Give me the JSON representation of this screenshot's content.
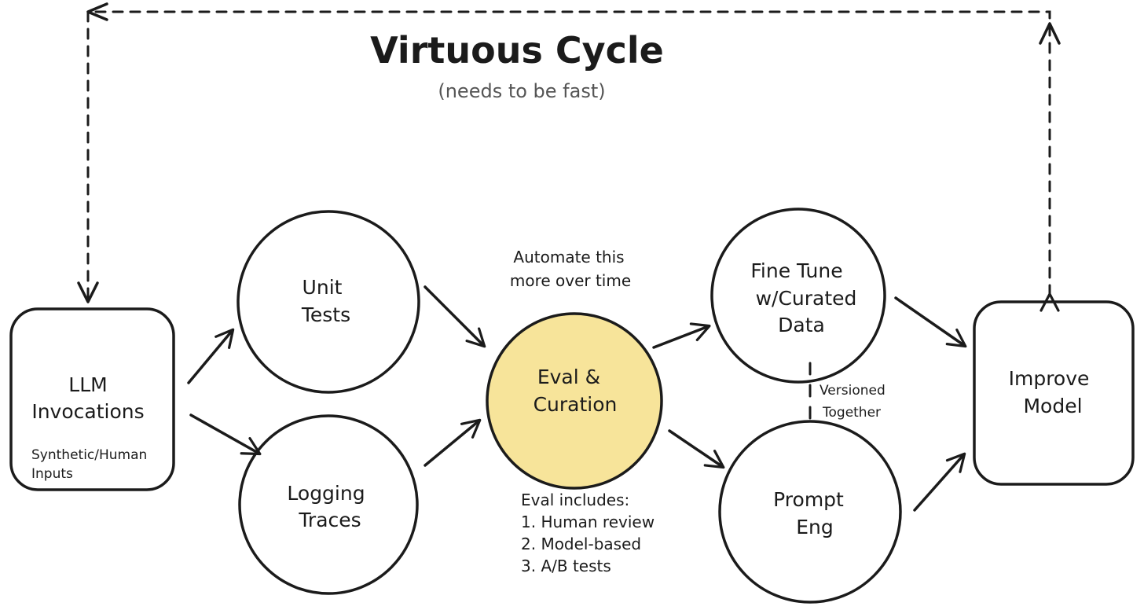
{
  "title": "Virtuous Cycle",
  "subtitle": "(needs to be fast)",
  "colors": {
    "ink": "#1b1b1b",
    "highlight": "#f7e49a",
    "muted": "#555555"
  },
  "nodes": {
    "llm": {
      "line1": "LLM",
      "line2": "Invocations",
      "sub1": "Synthetic/Human",
      "sub2": "Inputs"
    },
    "unit": {
      "line1": "Unit",
      "line2": "Tests"
    },
    "logging": {
      "line1": "Logging",
      "line2": "Traces"
    },
    "eval": {
      "line1": "Eval &",
      "line2": "Curation"
    },
    "finetune": {
      "line1": "Fine Tune",
      "line2": "w/Curated",
      "line3": "Data"
    },
    "prompt": {
      "line1": "Prompt",
      "line2": "Eng"
    },
    "improve": {
      "line1": "Improve",
      "line2": "Model"
    }
  },
  "notes": {
    "automate": {
      "line1": "Automate this",
      "line2": "more over time"
    },
    "eval_includes": {
      "heading": "Eval includes:",
      "items": [
        "1. Human review",
        "2. Model-based",
        "3. A/B tests"
      ]
    },
    "versioned": {
      "line1": "Versioned",
      "line2": "Together"
    }
  }
}
